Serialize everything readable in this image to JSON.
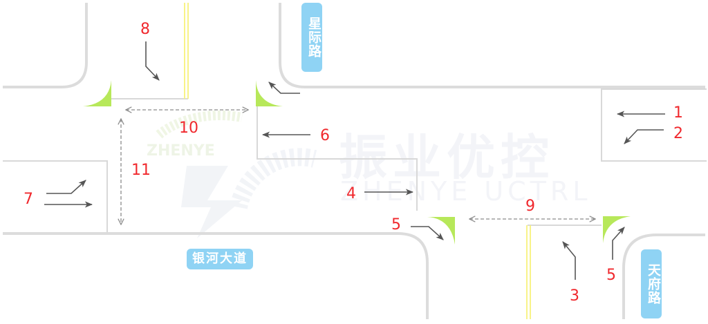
{
  "roads": {
    "north": "星际路",
    "south": "天府路",
    "west_main": "银河大道"
  },
  "watermark": {
    "chinese": "振业优控",
    "english": "ZHENYE UCTRL",
    "logo_text": "ZHENYE"
  },
  "movements": [
    {
      "id": "1",
      "label": "1",
      "approach": "east",
      "type": "through"
    },
    {
      "id": "2",
      "label": "2",
      "approach": "east",
      "type": "left-turn"
    },
    {
      "id": "3",
      "label": "3",
      "approach": "south",
      "type": "left-turn"
    },
    {
      "id": "4",
      "label": "4",
      "approach": "west",
      "type": "through"
    },
    {
      "id": "5a",
      "label": "5",
      "approach": "west",
      "type": "right-turn"
    },
    {
      "id": "5b",
      "label": "5",
      "approach": "south",
      "type": "right-turn"
    },
    {
      "id": "6",
      "label": "6",
      "approach": "east",
      "type": "through"
    },
    {
      "id": "7",
      "label": "7",
      "approach": "west",
      "type": "through-and-left"
    },
    {
      "id": "8",
      "label": "8",
      "approach": "north",
      "type": "left-turn"
    },
    {
      "id": "9",
      "label": "9",
      "type": "pedestrian-crossing"
    },
    {
      "id": "10",
      "label": "10",
      "type": "pedestrian-crossing"
    },
    {
      "id": "11",
      "label": "11",
      "type": "pedestrian-crossing"
    }
  ],
  "colors": {
    "road_edge": "#dcdcdc",
    "stop_line": "#d8d8d8",
    "center_line": "#f7f27a",
    "island": "#b7e85a",
    "arrow": "#555555",
    "number": "#f0282d",
    "label_bg": "#8fd3f4",
    "crosswalk": "#8a8a8a"
  }
}
